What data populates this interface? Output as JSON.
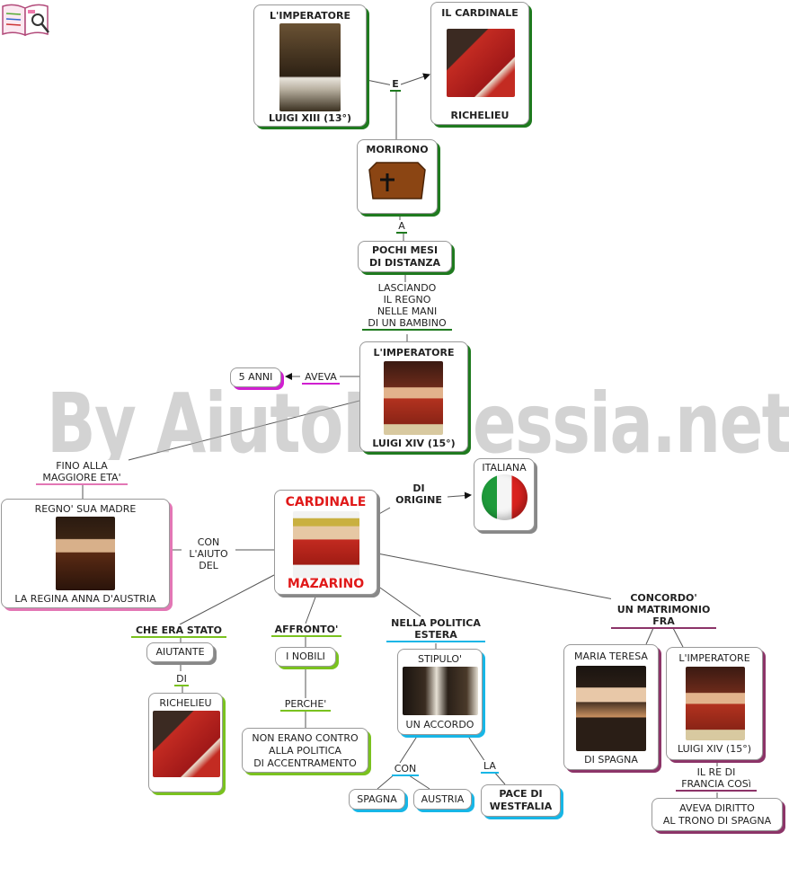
{
  "watermark": "By AiutoDislessia.net",
  "logo_icon": "book-logo-icon",
  "nodes": {
    "luigi13_top": "L'IMPERATORE",
    "luigi13_bottom": "LUIGI XIII (13°)",
    "richelieu_top": "IL CARDINALE",
    "richelieu_bottom": "RICHELIEU",
    "morirono": "MORIRONO",
    "pochi_mesi": "POCHI MESI\nDI DISTANZA",
    "luigi14_top": "L'IMPERATORE",
    "luigi14_bottom": "LUIGI XIV (15°)",
    "cinque_anni": "5 ANNI",
    "italiana": "ITALIANA",
    "regno_madre_top": "REGNO' SUA MADRE",
    "regno_madre_bottom": "LA REGINA ANNA D'AUSTRIA",
    "mazarino_top": "CARDINALE",
    "mazarino_bottom": "MAZARINO",
    "aiutante": "AIUTANTE",
    "richelieu2": "RICHELIEU",
    "nobili": "I NOBILI",
    "non_erano": "NON ERANO CONTRO\nALLA POLITICA\nDI ACCENTRAMENTO",
    "stipulo_top": "STIPULO'",
    "stipulo_bottom": "UN ACCORDO",
    "spagna": "SPAGNA",
    "austria": "AUSTRIA",
    "pace": "PACE DI\nWESTFALIA",
    "maria_top": "MARIA TERESA",
    "maria_bottom": "DI SPAGNA",
    "luigi14b_top": "L'IMPERATORE",
    "luigi14b_bottom": "LUIGI XIV (15°)",
    "diritto": "AVEVA DIRITTO\nAL TRONO DI SPAGNA"
  },
  "labels": {
    "e": "E",
    "a": "A",
    "lasciando": "LASCIANDO\nIL REGNO\nNELLE MANI\nDI UN BAMBINO",
    "aveva": "AVEVA",
    "fino": "FINO ALLA\nMAGGIORE ETA'",
    "di_origine": "DI\nORIGINE",
    "con_aiuto": "CON L'AIUTO\nDEL",
    "che_era": "CHE ERA STATO",
    "di": "DI",
    "affronto": "AFFRONTO'",
    "perche": "PERCHE'",
    "politica_estera": "NELLA POLITICA\nESTERA",
    "con": "CON",
    "la": "LA",
    "concordo": "CONCORDO'\nUN MATRIMONIO\nFRA",
    "re_francia": "IL RE DI\nFRANCIA COSì"
  },
  "colors": {
    "green": "#1f7a1f",
    "lime": "#7ac21f",
    "cyan": "#17b6e6",
    "pink": "#e377b5",
    "magenta": "#d01fd0",
    "plum": "#8c3468",
    "red_title": "#e01919"
  }
}
